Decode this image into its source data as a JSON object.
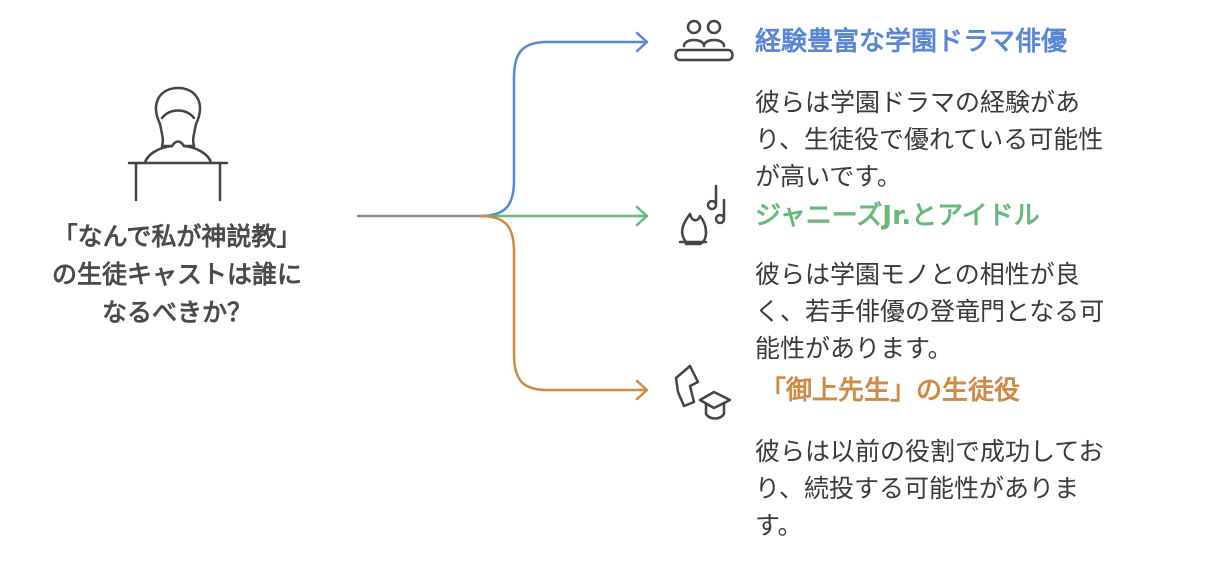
{
  "question": {
    "lines": [
      "「なんで私が神説教」",
      "の生徒キャストは誰に",
      "なるべきか？"
    ]
  },
  "colors": {
    "stem": "#8c8c8c",
    "blue": "#5b86d6",
    "green": "#67b87a",
    "orange": "#d08a43",
    "icon": "#444444"
  },
  "icons": {
    "speaker": "person-at-podium-icon",
    "option_1": "group-of-people-icon",
    "option_2": "music-notes-fire-icon",
    "option_3": "graduation-cap-diploma-icon"
  },
  "options": [
    {
      "title": "経験豊富な学園ドラマ俳優",
      "desc_lines": [
        "彼らは学園ドラマの経験があ",
        "り、生徒役で優れている可能性",
        "が高いです。"
      ]
    },
    {
      "title": "ジャニーズJr.とアイドル",
      "desc_lines": [
        "彼らは学園モノとの相性が良",
        "く、若手俳優の登竜門となる可",
        "能性があります。"
      ]
    },
    {
      "title": "「御上先生」の生徒役",
      "desc_lines": [
        "彼らは以前の役割で成功してお",
        "り、続投する可能性がありま",
        "す。"
      ]
    }
  ]
}
